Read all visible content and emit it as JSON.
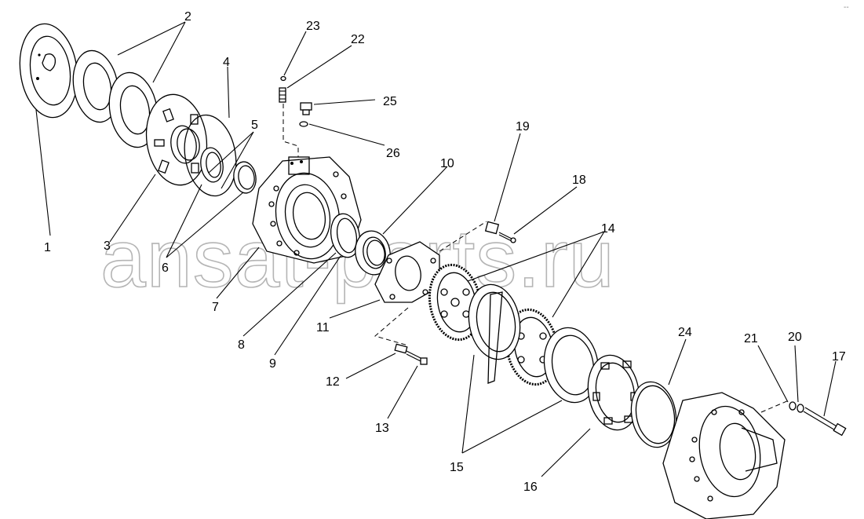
{
  "watermark": "ansat-parts.ru",
  "corner_mark": "-- ",
  "labels": {
    "l1": "1",
    "l2": "2",
    "l3": "3",
    "l4": "4",
    "l5": "5",
    "l6": "6",
    "l7": "7",
    "l8": "8",
    "l9": "9",
    "l10": "10",
    "l11": "11",
    "l12": "12",
    "l13": "13",
    "l14": "14",
    "l15": "15",
    "l16": "16",
    "l17": "17",
    "l18": "18",
    "l19": "19",
    "l20": "20",
    "l21": "21",
    "l22": "22",
    "l23": "23",
    "l24": "24",
    "l25": "25",
    "l26": "26"
  }
}
